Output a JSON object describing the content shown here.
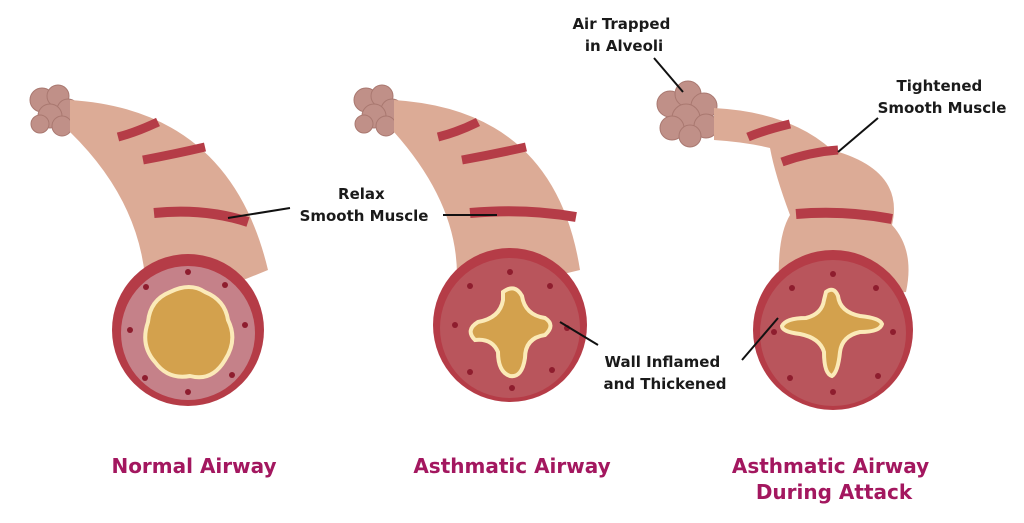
{
  "diagram": {
    "panels": [
      {
        "caption_lines": [
          "Normal Airway"
        ]
      },
      {
        "caption_lines": [
          "Asthmatic Airway"
        ]
      },
      {
        "caption_lines": [
          "Asthmatic Airway",
          "During Attack"
        ]
      }
    ],
    "callouts": {
      "relax_smooth_muscle": [
        "Relax",
        "Smooth Muscle"
      ],
      "wall_inflamed": [
        "Wall Inflamed",
        "and Thickened"
      ],
      "air_trapped": [
        "Air Trapped",
        "in Alveoli"
      ],
      "tightened_muscle": [
        "Tightened",
        "Smooth Muscle"
      ]
    },
    "colors": {
      "tube": "#dcab96",
      "muscle_band": "#b53c47",
      "wall_normal": "#c58189",
      "wall_inflamed": "#b9555c",
      "lumen": "#d3a14d",
      "alveoli": "#c09088",
      "caption": "#a3175f"
    }
  }
}
